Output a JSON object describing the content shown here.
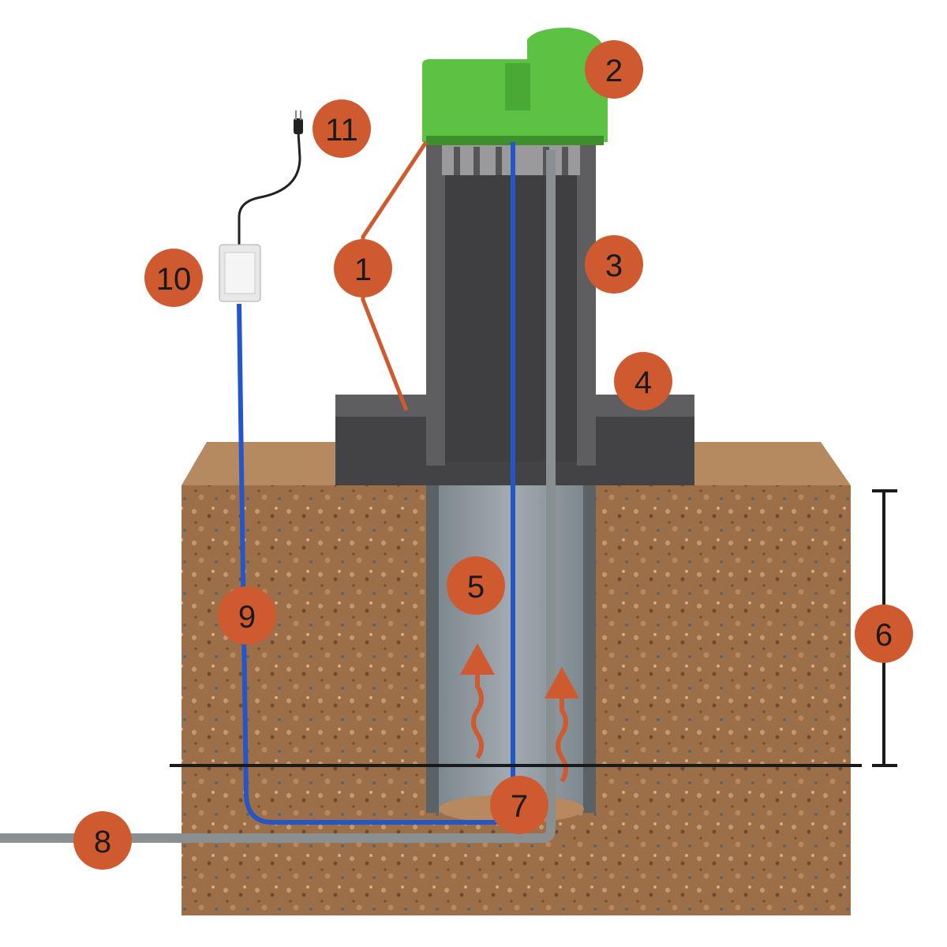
{
  "colors": {
    "badge": "#cf5a30",
    "soil": "#9c6f48",
    "cap": "#5cc243",
    "cable": "#2456c8",
    "concrete": "#4a4a4c",
    "pipe_inner": "#8d969c"
  },
  "badges": [
    {
      "label": "1",
      "name": "inlet-vent"
    },
    {
      "label": "2",
      "name": "cap"
    },
    {
      "label": "3",
      "name": "riser-pipe"
    },
    {
      "label": "4",
      "name": "insulation-collar"
    },
    {
      "label": "5",
      "name": "well-shaft"
    },
    {
      "label": "6",
      "name": "depth-range"
    },
    {
      "label": "7",
      "name": "well-bottom"
    },
    {
      "label": "8",
      "name": "water-pipe"
    },
    {
      "label": "9",
      "name": "heating-cable"
    },
    {
      "label": "10",
      "name": "control-box"
    },
    {
      "label": "11",
      "name": "power-plug"
    }
  ]
}
